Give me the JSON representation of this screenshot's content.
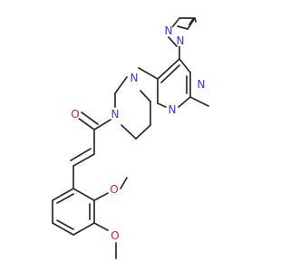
{
  "molecule": {
    "atom_labels": {
      "pyrazole_n1": "N",
      "pyrazole_n2": "N",
      "pyrimidine_n1": "N",
      "pyrimidine_n3": "N",
      "piperazine_n4": "N",
      "piperazine_n1": "N",
      "carbonyl_o": "O",
      "methoxy_o3": "O",
      "methoxy_o4": "O"
    },
    "colors": {
      "bond": "#2b2b2b",
      "nitrogen": "#2f3fd6",
      "oxygen": "#e02020",
      "background": "#ffffff"
    }
  }
}
